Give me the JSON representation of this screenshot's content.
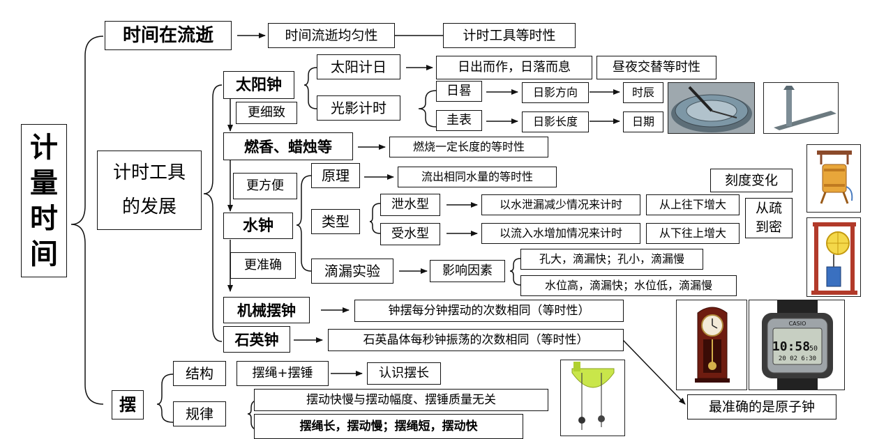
{
  "root": {
    "title": "计量时间"
  },
  "level1": {
    "time_passes": "时间在流逝",
    "tools_dev": "计时工具的发展",
    "pendulum": "摆"
  },
  "uniform": {
    "a": "时间流逝均匀性",
    "b": "计时工具等时性"
  },
  "sun": {
    "clock": "太阳钟",
    "solar_day": "太阳计日",
    "solar_day_desc": "日出而作，日落而息",
    "solar_day_desc2": "昼夜交替等时性",
    "shadow": "光影计时",
    "sundial": "日晷",
    "sundial_dir": "日影方向",
    "sundial_res": "时辰",
    "gnomon": "圭表",
    "gnomon_len": "日影长度",
    "gnomon_res": "日期",
    "finer": "更细致"
  },
  "incense": {
    "label": "燃香、蜡烛等",
    "desc": "燃烧一定长度的等时性"
  },
  "water": {
    "more_convenient": "更方便",
    "clock": "水钟",
    "principle": "原理",
    "principle_desc": "流出相同水量的等时性",
    "type": "类型",
    "outflow": "泄水型",
    "outflow_desc": "以水泄漏减少情况来计时",
    "outflow_scale": "从上往下增大",
    "inflow": "受水型",
    "inflow_desc": "以流入水增加情况来计时",
    "inflow_scale": "从下往上增大",
    "scale_change": "刻度变化",
    "sparse_dense": "从疏到密",
    "more_accurate": "更准确",
    "drip": "滴漏实验",
    "factors": "影响因素",
    "factor1": "孔大，滴漏快；孔小，滴漏慢",
    "factor2": "水位高，滴漏快；水位低，滴漏慢"
  },
  "mech": {
    "label": "机械摆钟",
    "desc": "钟摆每分钟摆动的次数相同（等时性）"
  },
  "quartz": {
    "label": "石英钟",
    "desc": "石英晶体每秒钟振荡的次数相同（等时性）",
    "atomic": "最准确的是原子钟"
  },
  "pend": {
    "structure": "结构",
    "structure_parts": "摆绳+摆锤",
    "structure_res": "认识摆长",
    "rule": "规律",
    "rule1": "摆动快慢与摆动幅度、摆锤质量无关",
    "rule2": "摆绳长，摆动慢；摆绳短，摆动快"
  },
  "watch": {
    "brand": "CASIO",
    "time": "10:58",
    "sec": "50",
    "date": "20 02 6:30"
  }
}
